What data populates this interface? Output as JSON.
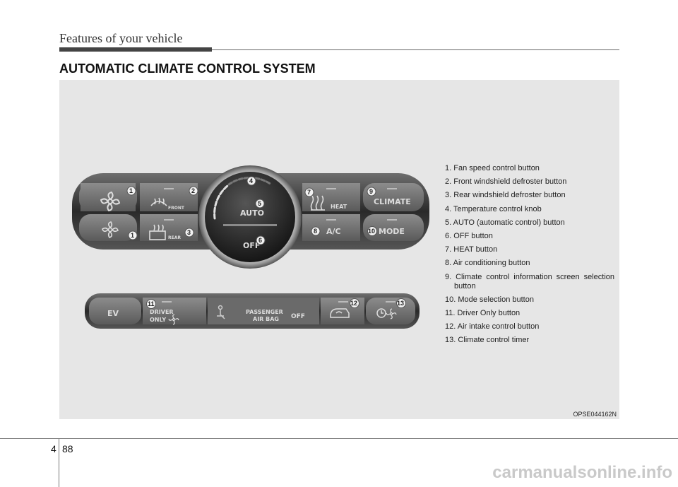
{
  "header": {
    "title": "Features of your vehicle"
  },
  "section": {
    "title": "AUTOMATIC CLIMATE CONTROL SYSTEM"
  },
  "figure": {
    "code": "OPSE044162N",
    "panel_labels": {
      "front": "FRONT",
      "rear": "REAR",
      "auto": "AUTO",
      "off": "OFF",
      "heat": "HEAT",
      "climate": "CLIMATE",
      "ac": "A/C",
      "mode": "MODE",
      "ev": "EV",
      "driver": "DRIVER",
      "only": "ONLY",
      "passenger": "PASSENGER",
      "air_bag": "AIR BAG",
      "airbag_off": "OFF"
    },
    "callouts": [
      "1",
      "2",
      "1",
      "3",
      "4",
      "5",
      "6",
      "7",
      "8",
      "9",
      "10",
      "11",
      "12",
      "13"
    ],
    "legend": [
      "1. Fan speed control button",
      "2. Front windshield defroster button",
      "3. Rear windshield defroster button",
      "4. Temperature control knob",
      "5. AUTO (automatic control) button",
      "6. OFF button",
      "7. HEAT button",
      "8. Air conditioning button",
      "9. Climate control information screen selection button",
      "10. Mode selection button",
      "11. Driver Only button",
      "12. Air intake control button",
      "13. Climate control timer"
    ]
  },
  "footer": {
    "chapter": "4",
    "page": "88",
    "watermark": "carmanualsonline.info"
  }
}
